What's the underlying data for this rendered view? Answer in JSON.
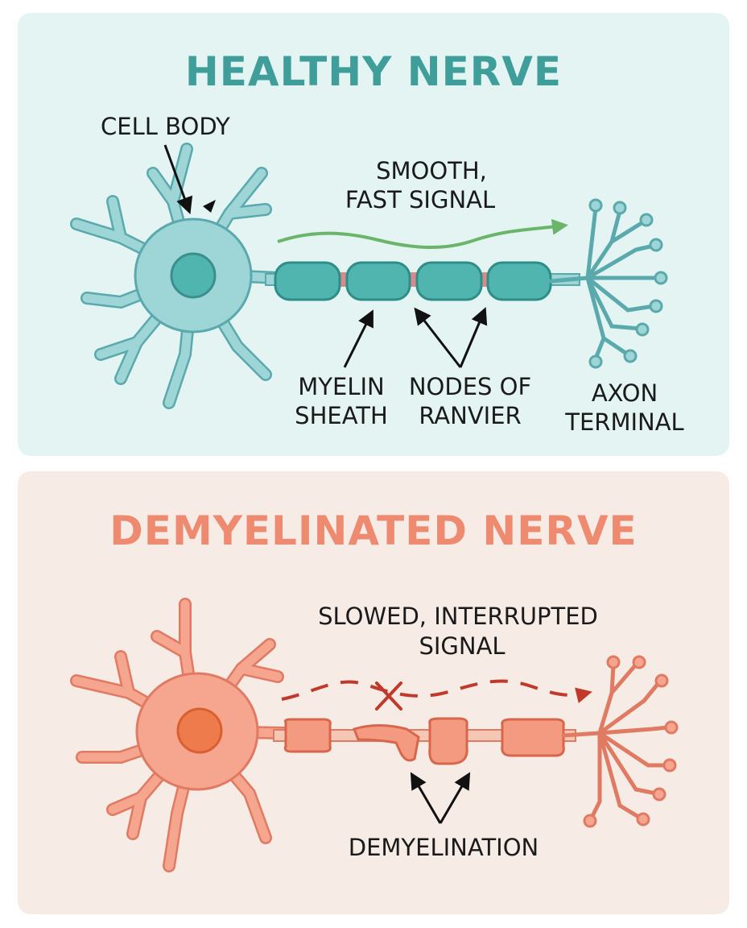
{
  "healthy": {
    "title": "HEALTHY NERVE",
    "cell_body": "CELL BODY",
    "signal": [
      "SMOOTH,",
      "FAST SIGNAL"
    ],
    "myelin": [
      "MYELIN",
      "SHEATH"
    ],
    "nodes": [
      "NODES OF",
      "RANVIER"
    ],
    "terminal": [
      "AXON",
      "TERMINAL"
    ]
  },
  "demyelinated": {
    "title": "DEMYELINATED NERVE",
    "signal": [
      "SLOWED, INTERRUPTED",
      "SIGNAL"
    ],
    "demyelination": "DEMYELINATION"
  },
  "colors": {
    "healthy_title": "#3f9e9a",
    "healthy_cell": "#9ed6d8",
    "healthy_outline": "#5aa9ad",
    "healthy_myelin": "#4fb5ae",
    "healthy_signal": "#6bb56a",
    "demy_title": "#ee8a70",
    "demy_cell": "#f6a58e",
    "demy_outline": "#e07a62",
    "demy_signal": "#c0392b"
  }
}
